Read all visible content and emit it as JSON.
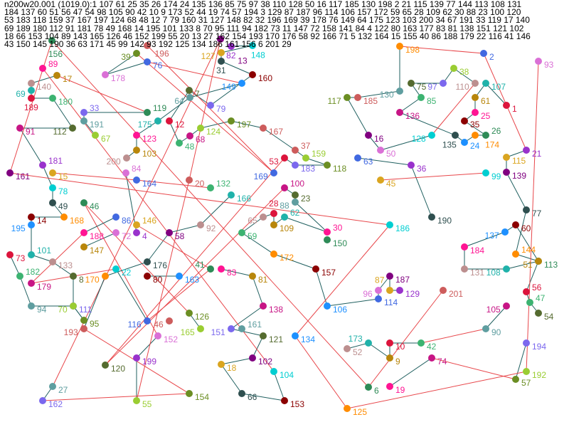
{
  "title": "n200w20.001 (1019.0):",
  "header_lines": [
    "1 107 61 25 35 26 174 24 135 136 85 75 97 38 110 128 50 16 117 185 130 198 2 21 115 139 77 144 113 108 131",
    "184 137 60 51 56 47 54 98 105 90 42 10 9 173 52 44 19 74 57 194 3 129 87 187 96 114 106 157 172 59 65 28 109 62 30 88 23 100 120",
    "53 183 118 159 37 167 197 124 68 48 12 7 79 160 31 127 148 82 32 196 169 39 178 76 149 64 175 123 103 200 34 67 191 33 119 17 140",
    "69 189 180 112 91 181 78 49 168 14 195 101 133 8 70 95 111 94 182 73 11 147 72 158 141 84 4 122 80 163 177 83 81 138 151 121 102",
    "18 66 153 104 89 143 165 126 46 152 199 55 20 13 27 162 154 193 170 176 58 92 166 71 5 132 164 15 155 40 86 188 179 22 116 41 146",
    "43 150 145 190 36 63 171 45 99 142 93 192 125 134 186 161 156 6 201 29"
  ],
  "nodes": [
    "156",
    "89",
    "17",
    "140",
    "69",
    "189",
    "180",
    "91",
    "112",
    "191",
    "33",
    "67",
    "39",
    "196",
    "76",
    "178",
    "82",
    "127",
    "13",
    "148",
    "31",
    "160",
    "149",
    "198",
    "119",
    "123",
    "103",
    "200",
    "175",
    "12",
    "48",
    "68",
    "7",
    "64",
    "79",
    "124",
    "197",
    "167",
    "164",
    "84",
    "181",
    "15",
    "161",
    "78",
    "49",
    "14",
    "195",
    "168",
    "46",
    "188",
    "147",
    "133",
    "101",
    "73",
    "182",
    "179",
    "8",
    "94",
    "111",
    "70",
    "95",
    "193",
    "86",
    "72",
    "4",
    "146",
    "58",
    "22",
    "176",
    "80",
    "163",
    "170",
    "41",
    "83",
    "81",
    "92",
    "166",
    "53",
    "132",
    "100",
    "23",
    "88",
    "183",
    "159",
    "118",
    "37",
    "63",
    "50",
    "36",
    "45",
    "16",
    "128",
    "135",
    "35",
    "24",
    "174",
    "26",
    "25",
    "61",
    "110",
    "107",
    "1",
    "85",
    "136",
    "75",
    "130",
    "97",
    "38",
    "117",
    "185",
    "2",
    "93",
    "21",
    "115",
    "139",
    "99",
    "77",
    "60",
    "137",
    "144",
    "113",
    "184",
    "51",
    "131",
    "108",
    "56",
    "47",
    "105",
    "54",
    "90",
    "194",
    "192",
    "57",
    "201",
    "114",
    "96",
    "129",
    "87",
    "187",
    "186",
    "190",
    "157",
    "106",
    "172",
    "150",
    "30",
    "109",
    "65",
    "62",
    "28",
    "59",
    "138",
    "121",
    "161b",
    "151",
    "165",
    "126",
    "46b",
    "116",
    "152",
    "199",
    "18",
    "102",
    "104",
    "66",
    "153",
    "134",
    "125",
    "6",
    "19",
    "9",
    "52",
    "173",
    "10",
    "42",
    "74",
    "120",
    "27",
    "162",
    "55",
    "154",
    "20",
    "169"
  ],
  "colors": [
    "#2e8b57",
    "#c71585",
    "#4169e1",
    "#8b0000",
    "#20b2aa",
    "#9acd32",
    "#800080",
    "#ff1493",
    "#556b2f",
    "#da70d6",
    "#1e90ff",
    "#dc143c",
    "#6b8e23",
    "#00ced1",
    "#b8860b",
    "#5f9ea0",
    "#9932cc",
    "#ff8c00",
    "#3cb371",
    "#cd5c5c",
    "#2f4f4f",
    "#bc8f8f",
    "#7b68ee",
    "#daa520"
  ]
}
